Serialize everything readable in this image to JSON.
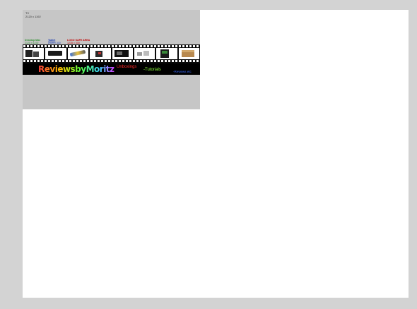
{
  "template": {
    "tv_title": "TV",
    "tv_size": "2120 x 1192",
    "desktop_label": "Desktop Max",
    "desktop_size": "2120 x 1192",
    "tablet_label": "Tablet",
    "tablet_size": "2120 x 300",
    "logo_label": "LOGO SAFE AREA",
    "logo_size": "1235 x 300"
  },
  "banner": {
    "brand": "ReviewsbyMoritz",
    "tag_unboxings": "Unboxings",
    "tag_tutorials": "-Tutorials",
    "tag_reviews": "-Reviews etc"
  },
  "colors": {
    "workspace": "#d3d3d3",
    "canvas": "#ffffff",
    "template_bg": "#c6c6c6",
    "desktop_zone": "#2f8f2f",
    "tablet_zone": "#1f3fb0",
    "logo_zone": "#c00000"
  },
  "thumbnails": [
    {
      "icon": "dark-box-icon"
    },
    {
      "icon": "phone-icon"
    },
    {
      "icon": "cables-icon"
    },
    {
      "icon": "device-icon"
    },
    {
      "icon": "console-icon"
    },
    {
      "icon": "accessories-icon"
    },
    {
      "icon": "box-icon"
    },
    {
      "icon": "cardboard-box-icon"
    }
  ]
}
